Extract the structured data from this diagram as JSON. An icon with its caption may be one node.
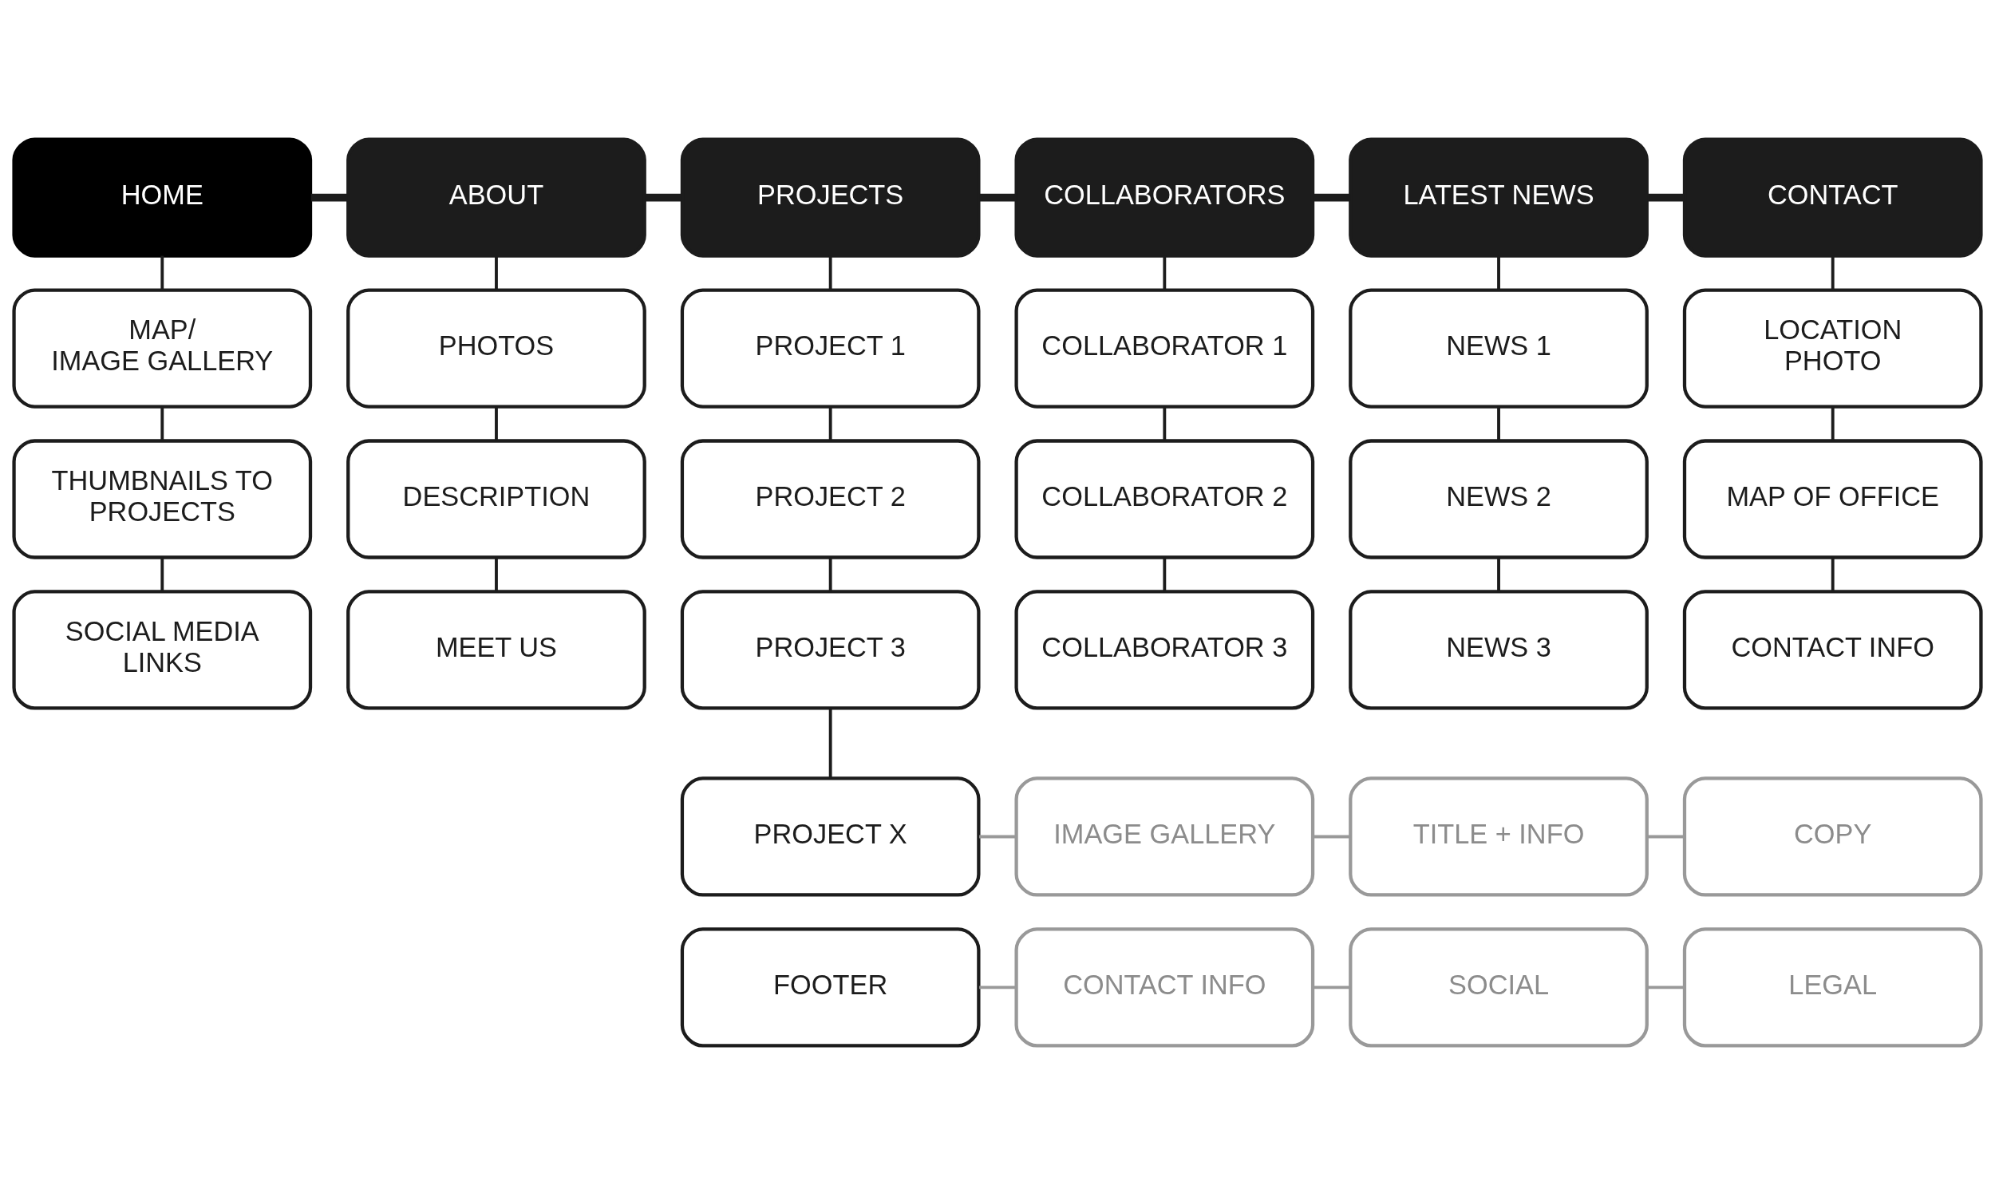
{
  "diagram": {
    "nodes": [
      {
        "text": [
          "HOME"
        ]
      },
      {
        "text": [
          "ABOUT"
        ]
      },
      {
        "text": [
          "PROJECTS"
        ]
      },
      {
        "text": [
          "COLLABORATORS"
        ]
      },
      {
        "text": [
          "LATEST NEWS"
        ]
      },
      {
        "text": [
          "CONTACT"
        ]
      },
      {
        "text": [
          "MAP/ IMAGE GALLERY"
        ]
      },
      {
        "text": [
          "PHOTOS"
        ]
      },
      {
        "text": [
          "PROJECT 1"
        ]
      },
      {
        "text": [
          "COLLABORATOR 1"
        ]
      },
      {
        "text": [
          "NEWS 1"
        ]
      },
      {
        "text": [
          "LOCATION PHOTO"
        ]
      },
      {
        "text": [
          "THUMBNAILS TO PROJECTS"
        ]
      },
      {
        "text": [
          "DESCRIPTION"
        ]
      },
      {
        "text": [
          "PROJECT 2"
        ]
      },
      {
        "text": [
          "COLLABORATOR 2"
        ]
      },
      {
        "text": [
          "NEWS 2"
        ]
      },
      {
        "text": [
          "MAP OF OFFICE"
        ]
      },
      {
        "text": [
          "SOCIAL MEDIA LINKS"
        ]
      },
      {
        "text": [
          "MEET US"
        ]
      },
      {
        "text": [
          "PROJECT 3"
        ]
      },
      {
        "text": [
          "COLLABORATOR 3"
        ]
      },
      {
        "text": [
          "NEWS 3"
        ]
      },
      {
        "text": [
          "CONTACT INFO"
        ]
      },
      {
        "text": [
          "PROJECT X"
        ]
      },
      {
        "text": [
          "IMAGE GALLERY"
        ]
      },
      {
        "text": [
          "TITLE + INFO"
        ]
      },
      {
        "text": [
          "COPY"
        ]
      },
      {
        "text": [
          "FOOTER"
        ]
      },
      {
        "text": [
          "CONTACT INFO"
        ]
      },
      {
        "text": [
          "SOCIAL"
        ]
      },
      {
        "text": [
          "LEGAL"
        ]
      }
    ],
    "edges": [
      {
        "from": 0,
        "to": 1,
        "arrow": "none",
        "style": "thick"
      },
      {
        "from": 1,
        "to": 2,
        "arrow": "none",
        "style": "thick"
      },
      {
        "from": 2,
        "to": 3,
        "arrow": "none",
        "style": "thick"
      },
      {
        "from": 3,
        "to": 4,
        "arrow": "none",
        "style": "thick"
      },
      {
        "from": 4,
        "to": 5,
        "arrow": "none",
        "style": "thick"
      },
      {
        "from": 0,
        "to": 6,
        "arrow": "none"
      },
      {
        "from": 6,
        "to": 12,
        "arrow": "none"
      },
      {
        "from": 12,
        "to": 18,
        "arrow": "none"
      },
      {
        "from": 1,
        "to": 7,
        "arrow": "none"
      },
      {
        "from": 7,
        "to": 13,
        "arrow": "none"
      },
      {
        "from": 13,
        "to": 19,
        "arrow": "none"
      },
      {
        "from": 2,
        "to": 8,
        "arrow": "none"
      },
      {
        "from": 8,
        "to": 14,
        "arrow": "none"
      },
      {
        "from": 14,
        "to": 20,
        "arrow": "none"
      },
      {
        "from": 20,
        "to": 24,
        "arrow": "none"
      },
      {
        "from": 3,
        "to": 9,
        "arrow": "none"
      },
      {
        "from": 9,
        "to": 15,
        "arrow": "none"
      },
      {
        "from": 15,
        "to": 21,
        "arrow": "none"
      },
      {
        "from": 4,
        "to": 10,
        "arrow": "none"
      },
      {
        "from": 10,
        "to": 16,
        "arrow": "none"
      },
      {
        "from": 16,
        "to": 22,
        "arrow": "none"
      },
      {
        "from": 5,
        "to": 11,
        "arrow": "none"
      },
      {
        "from": 11,
        "to": 17,
        "arrow": "none"
      },
      {
        "from": 17,
        "to": 23,
        "arrow": "none"
      },
      {
        "from": 24,
        "to": 25,
        "arrow": "none",
        "color": "#999999"
      },
      {
        "from": 25,
        "to": 26,
        "arrow": "none",
        "color": "#999999"
      },
      {
        "from": 26,
        "to": 27,
        "arrow": "none",
        "color": "#999999"
      },
      {
        "from": 28,
        "to": 29,
        "arrow": "none",
        "color": "#999999"
      },
      {
        "from": 29,
        "to": 30,
        "arrow": "none",
        "color": "#999999"
      },
      {
        "from": 30,
        "to": 31,
        "arrow": "none",
        "color": "#999999"
      }
    ]
  }
}
